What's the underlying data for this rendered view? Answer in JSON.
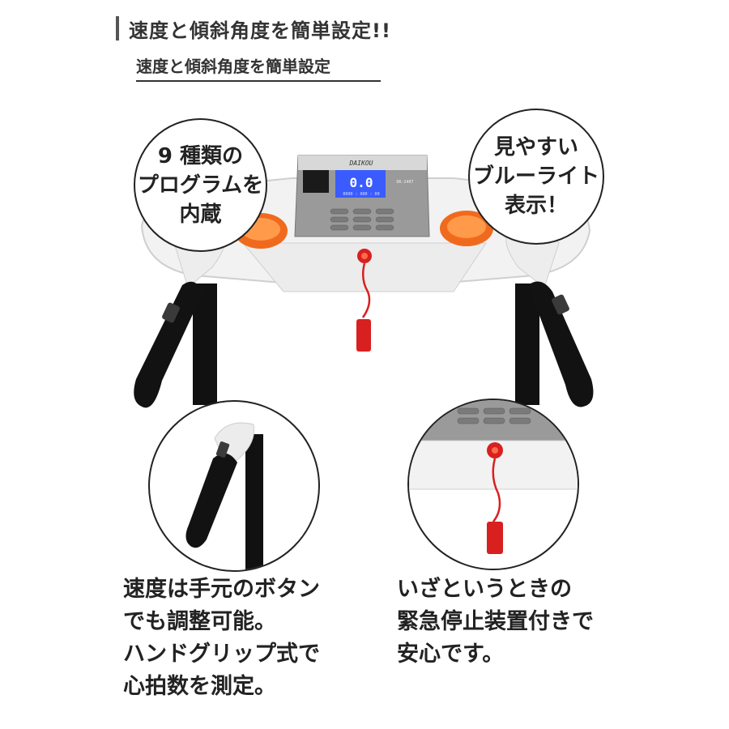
{
  "heading": "速度と傾斜角度を簡単設定!!",
  "subheading": "速度と傾斜角度を簡単設定",
  "bubbles": {
    "programs": "9 種類の\nプログラムを\n内蔵",
    "display": "見やすい\nブルーライト\n表示！"
  },
  "console": {
    "lcd_readout": "0.0",
    "lcd_small": "0000 : 000 : 00",
    "brand": "DAIKOU",
    "model": "DK-2407"
  },
  "captions": {
    "grip": "速度は手元のボタン\nでも調整可能。\nハンドグリップ式で\n心拍数を測定。",
    "emergency": "いざというときの\n緊急停止装置付きで\n安心です。"
  },
  "colors": {
    "accent_orange": "#f06a1e",
    "lcd_blue": "#3a5cff",
    "safety_red": "#d82020"
  }
}
